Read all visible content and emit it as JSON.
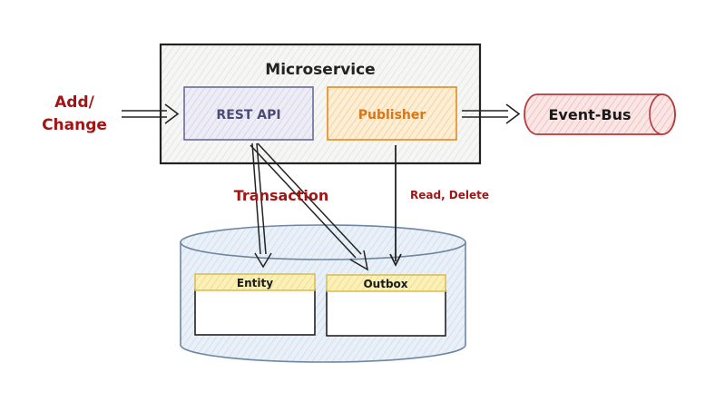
{
  "diagram": {
    "microservice": {
      "title": "Microservice"
    },
    "rest_api": {
      "label": "REST API"
    },
    "publisher": {
      "label": "Publisher"
    },
    "event_bus": {
      "label": "Event-Bus"
    },
    "input": {
      "line1": "Add/",
      "line2": "Change"
    },
    "transaction": {
      "label": "Transaction"
    },
    "read_delete": {
      "label": "Read, Delete"
    },
    "entity": {
      "label": "Entity"
    },
    "outbox": {
      "label": "Outbox"
    }
  },
  "colors": {
    "red_text": "#a31515",
    "rest_api_fill": "#e8e6f2",
    "rest_api_stroke": "#6b6b9a",
    "publisher_fill": "#fde5c2",
    "publisher_stroke": "#e58a1e",
    "event_bus_fill": "#f8dcdc",
    "event_bus_stroke": "#b33b3b",
    "db_fill": "#e3ecf6",
    "db_stroke": "#6f86a3",
    "table_header_fill": "#f7e9a0",
    "table_header_stroke": "#d6b84a"
  }
}
